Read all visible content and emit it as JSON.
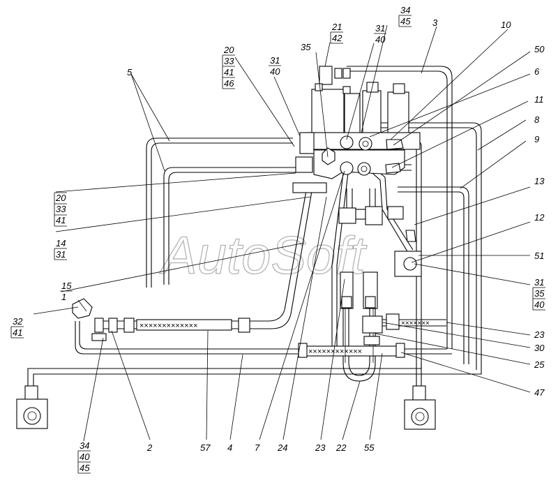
{
  "watermark": "AutoSoft",
  "labels": {
    "l3": "3",
    "l10": "10",
    "l50": "50",
    "l6": "6",
    "l11": "11",
    "l8": "8",
    "l9": "9",
    "l13": "13",
    "l12": "12",
    "l51": "51",
    "l23r": "23",
    "l30": "30",
    "l25": "25",
    "l47": "47",
    "l5": "5",
    "l35": "35",
    "l2": "2",
    "l57": "57",
    "l4": "4",
    "l7": "7",
    "l24": "24",
    "l23b": "23",
    "l22": "22",
    "l55": "55"
  },
  "stacks": {
    "s21_42": [
      "21",
      "42"
    ],
    "s31_40a": [
      "31",
      "40"
    ],
    "s34_45": [
      "34",
      "45"
    ],
    "s20_33_41_46": [
      "20",
      "33",
      "41",
      "46"
    ],
    "s31_40b": [
      "31",
      "40"
    ],
    "s20_33_41": [
      "20",
      "33",
      "41"
    ],
    "s14_31": [
      "14",
      "31"
    ],
    "s15_1": [
      "15",
      "1"
    ],
    "s32_41": [
      "32",
      "41"
    ],
    "s31_35_40": [
      "31",
      "35",
      "40"
    ],
    "s34_40_45": [
      "34",
      "40",
      "45"
    ]
  }
}
